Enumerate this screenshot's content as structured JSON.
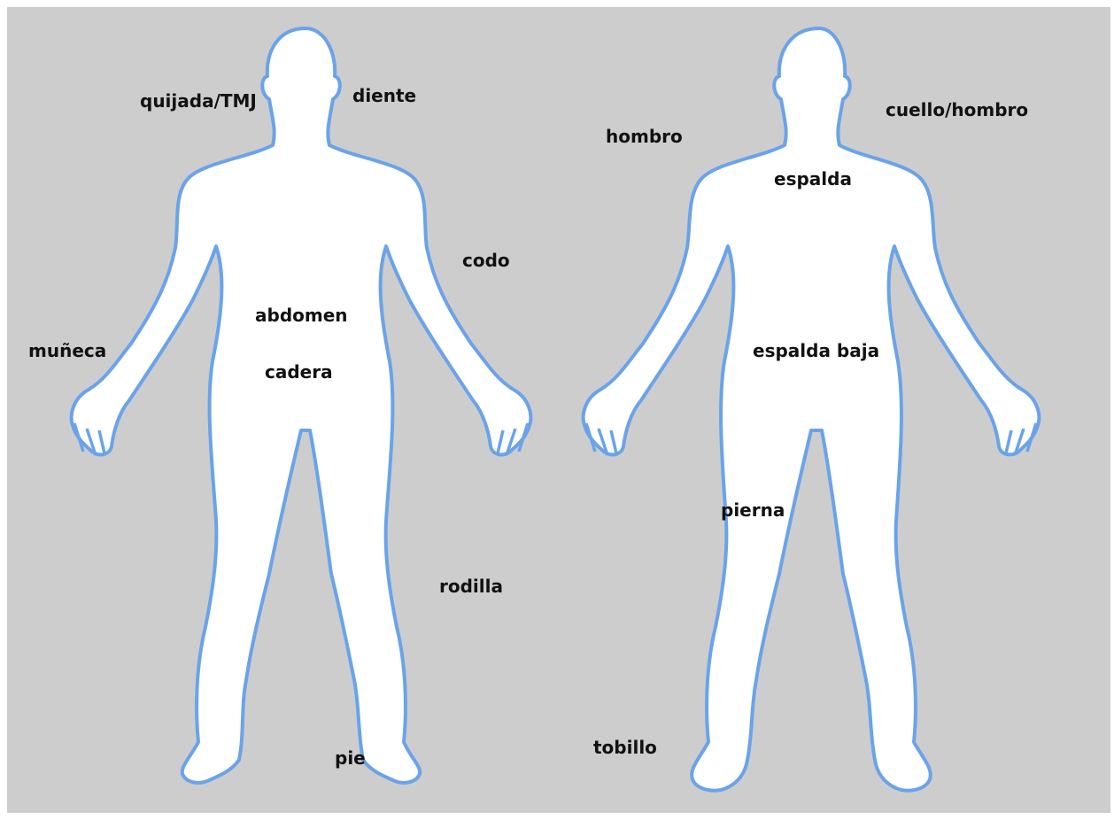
{
  "colors": {
    "background": "#cdcdcd",
    "body_fill": "#ffffff",
    "outline": "#6aa3ea",
    "label_text": "#111111"
  },
  "front_labels": {
    "jaw": "quijada/TMJ",
    "tooth": "diente",
    "elbow": "codo",
    "abdomen": "abdomen",
    "wrist": "muñeca",
    "hip": "cadera",
    "knee": "rodilla",
    "foot": "pie"
  },
  "back_labels": {
    "shoulder": "hombro",
    "neck_shoulder": "cuello/hombro",
    "back": "espalda",
    "lower_back": "espalda baja",
    "leg": "pierna",
    "ankle": "tobillo"
  }
}
